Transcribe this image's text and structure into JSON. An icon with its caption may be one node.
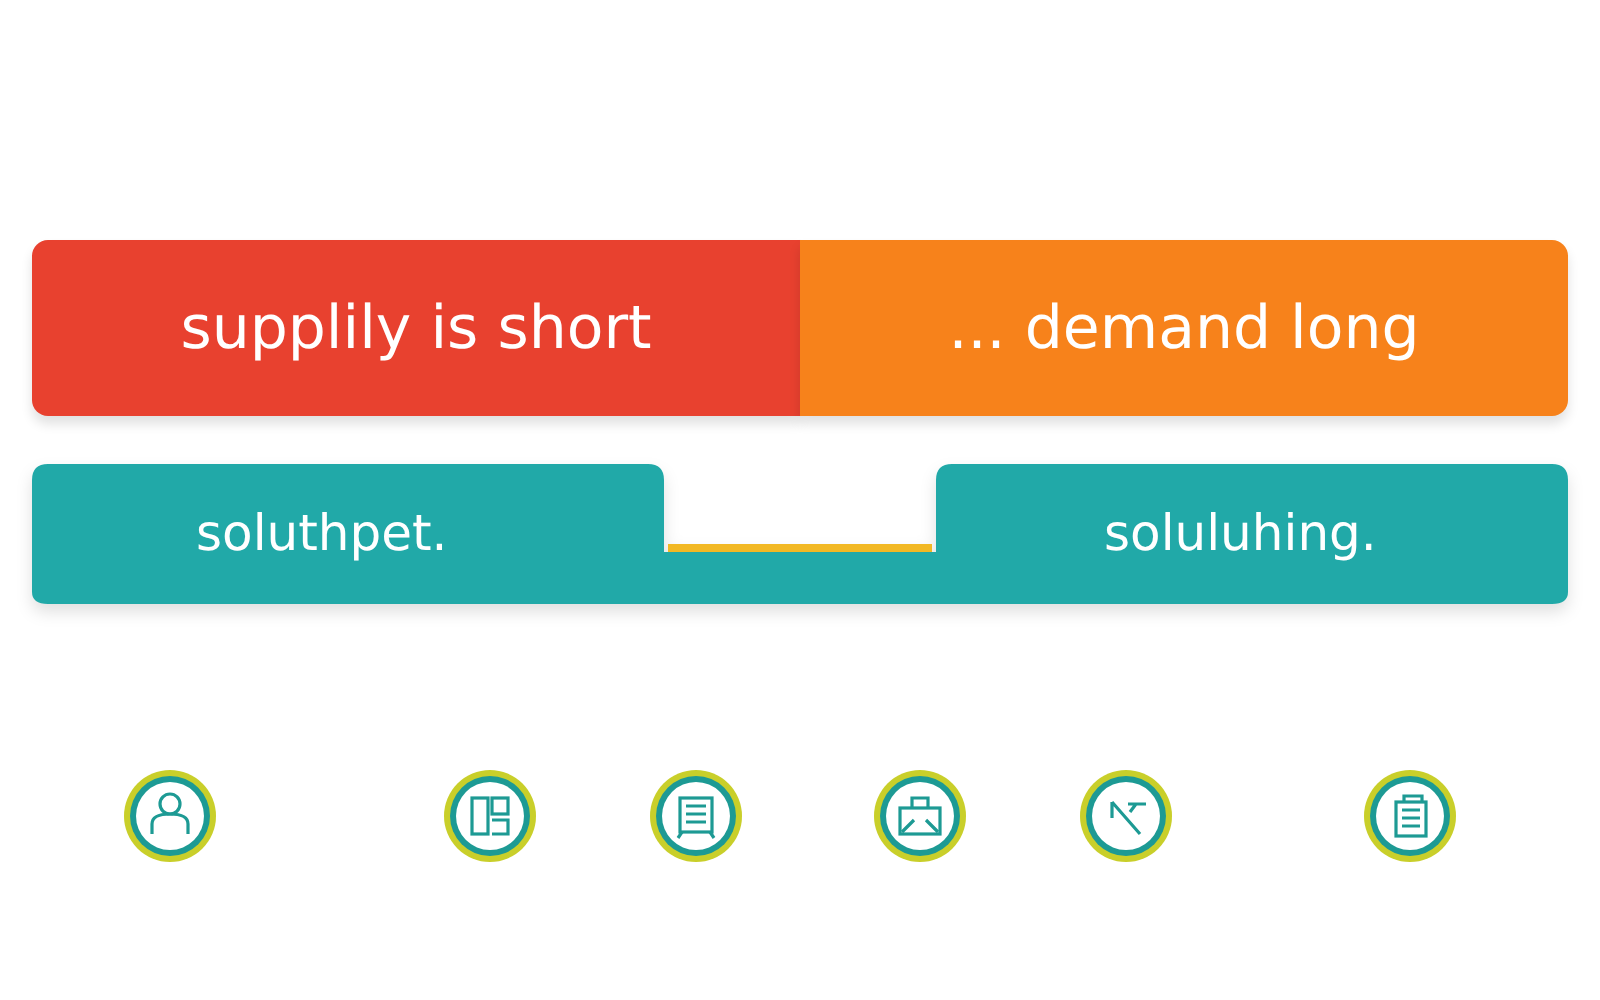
{
  "diagram": {
    "nodes": [
      {
        "text": [
          "supplily is short"
        ]
      },
      {
        "text": [
          "... demand long"
        ]
      },
      {
        "text": [
          "soluthpet.",
          "soluluhing."
        ]
      }
    ]
  }
}
